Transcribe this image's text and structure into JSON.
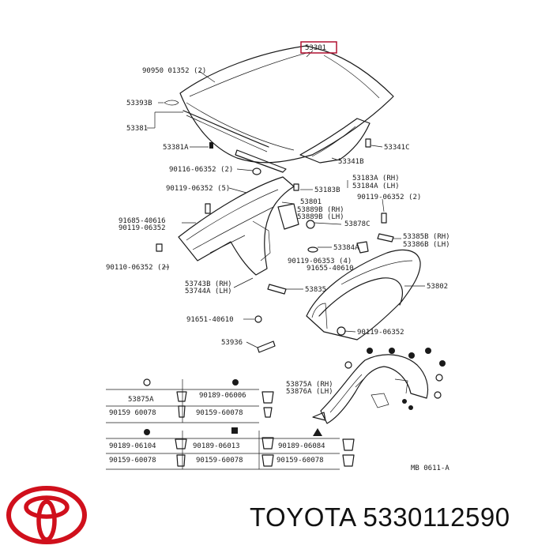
{
  "highlight_color": "#b01030",
  "logo_color": "#d0101c",
  "brand": {
    "name": "TOYOTA",
    "part_number": "5330112590"
  },
  "code": "MB 0611-A",
  "labels": {
    "main_part": "53301",
    "l1": "90950  01352 (2)",
    "l2": "53393B",
    "l3": "53381",
    "l4": "53381A",
    "l5": "53341C",
    "l6": "53341B",
    "l7": "90116-06352 (2)",
    "l8": "53183A (RH)",
    "l9": "53184A (LH)",
    "l10": "53183B",
    "l11": "90119-06352 (5)",
    "l12": "53801",
    "l13": "53889B (RH)",
    "l14": "53889B (LH)",
    "l15": "90119-06352 (2)",
    "l16": "91685-40616",
    "l17": "90119-06352",
    "l18": "53878C",
    "l19": "53385B (RH)",
    "l20": "53386B (LH)",
    "l21": "53384A",
    "l22": "90119-06353 (4)",
    "l23": "91655-40610",
    "l24": "90110-06352 (2)",
    "l25": "53743B (RH)",
    "l26": "53744A (LH)",
    "l27": "53835",
    "l28": "53802",
    "l29": "91651-40610",
    "l30": "90119-06352",
    "l31": "53936",
    "l32": "53875A (RH)",
    "l33": "53876A (LH)"
  },
  "table": {
    "rows": [
      [
        "53875A",
        "90189-06006"
      ],
      [
        "90159  60078",
        "90159-60078"
      ],
      [
        "90189-06104",
        "90189-06013",
        "90189-06084"
      ],
      [
        "90159-60078",
        "90159-60078",
        "90159-60078"
      ]
    ]
  }
}
